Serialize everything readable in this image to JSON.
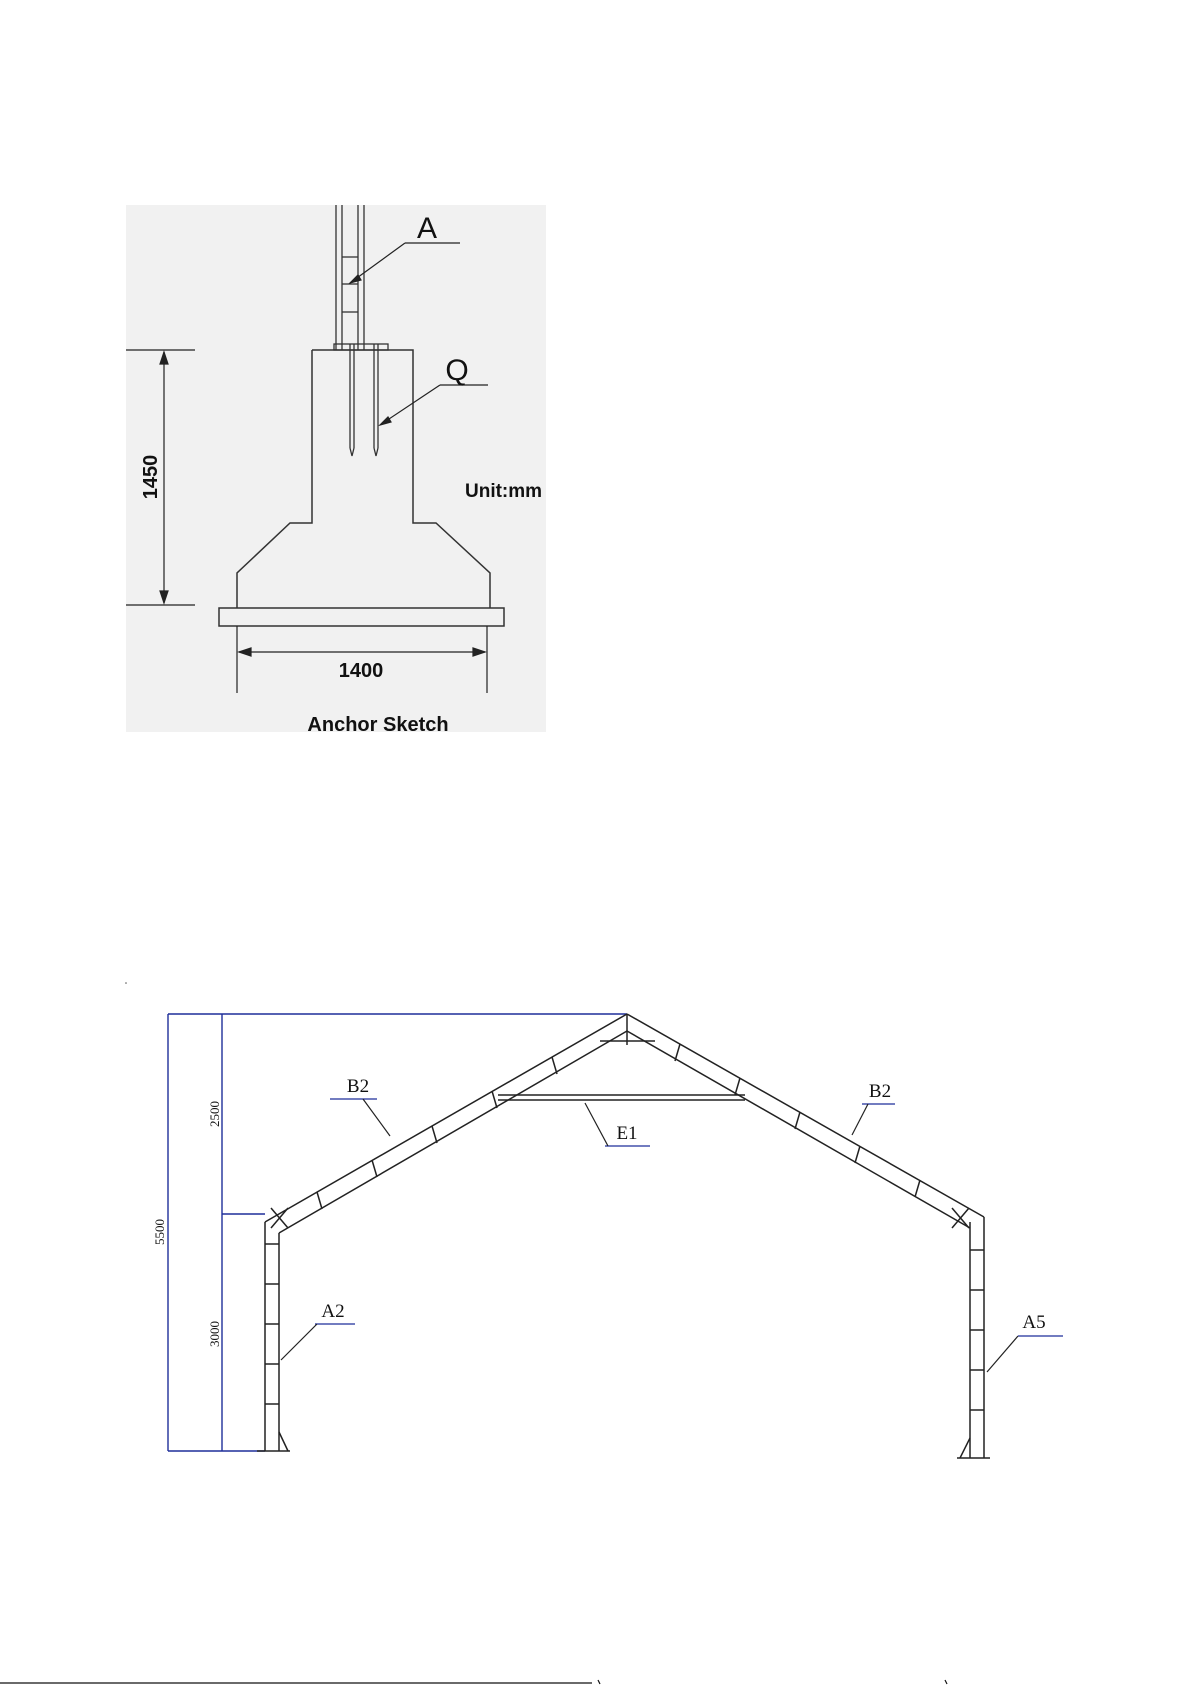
{
  "anchor_sketch": {
    "labels": {
      "part_a": "A",
      "part_q": "Q",
      "unit": "Unit:mm",
      "dim_height": "1450",
      "dim_width": "1400",
      "caption": "Anchor Sketch"
    }
  },
  "frame_elevation": {
    "labels": {
      "rafter_left": "B2",
      "rafter_right": "B2",
      "tie_beam": "E1",
      "column_left": "A2",
      "column_right": "A5"
    },
    "dimensions": {
      "total_height": "5500",
      "roof_height": "2500",
      "eave_height": "3000"
    }
  }
}
